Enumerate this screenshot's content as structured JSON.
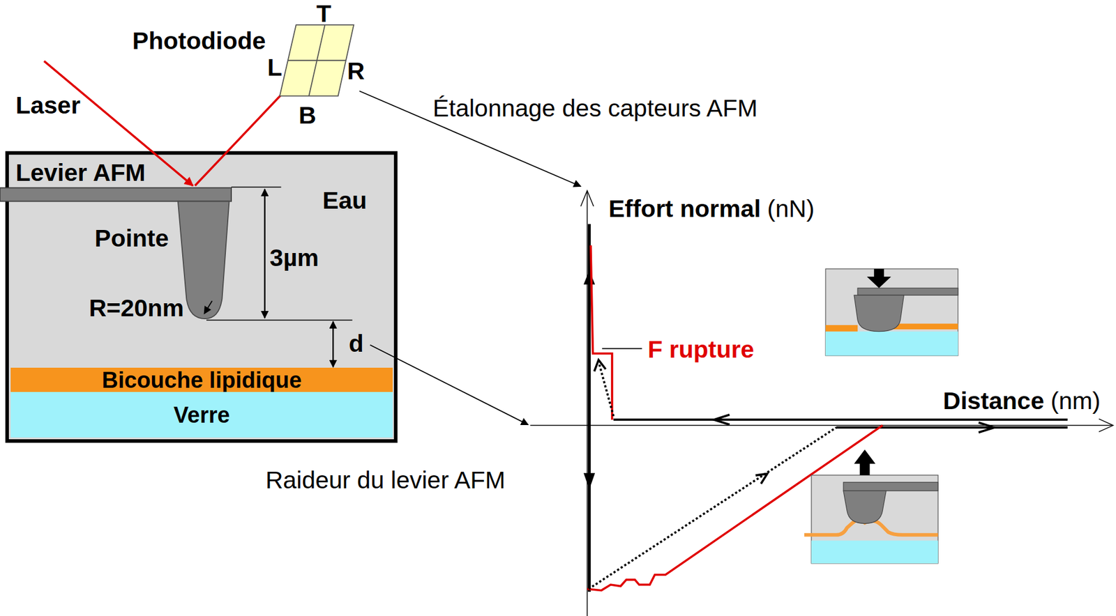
{
  "diagram": {
    "nodes": [
      {
        "text": [
          "Photodiode"
        ]
      },
      {
        "text": [
          "Eau"
        ]
      },
      {
        "text": [
          "Levier AFM"
        ],
        "in": 1
      },
      {
        "text": [
          "Pointe"
        ],
        "in": 1
      },
      {
        "text": [
          "Bicouche lipidique"
        ],
        "in": 1
      },
      {
        "text": [
          "Verre"
        ],
        "in": 1
      }
    ],
    "labels": [
      "T",
      "L",
      "R",
      "B",
      "Laser",
      "Étalonnage des capteurs AFM",
      "3µm",
      "R=20nm",
      "d",
      "Effort normal",
      "(nN)",
      "F rupture",
      "Distance",
      "(nm)",
      "Raideur du levier AFM"
    ]
  }
}
